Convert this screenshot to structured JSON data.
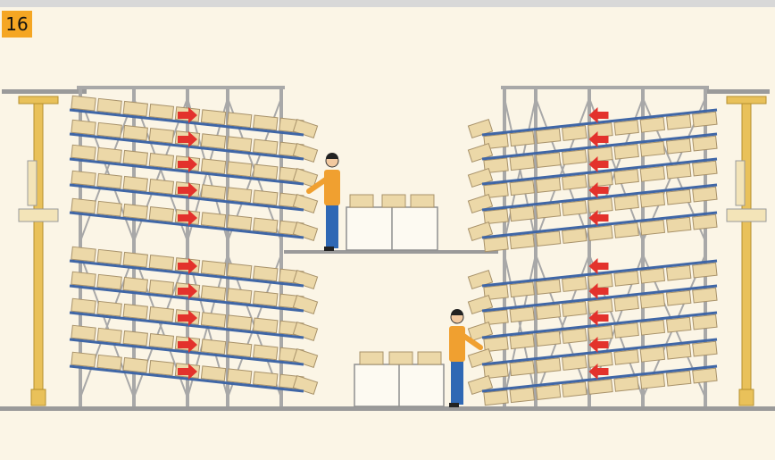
{
  "figure": {
    "number": "16"
  },
  "colors": {
    "background": "#fbf5e6",
    "badge": "#f5a623",
    "rack_frame": "#a8a8a8",
    "roller_track": "#3f66a6",
    "carton": "#ecd8a8",
    "carton_edge": "#a8926a",
    "direction_arrow": "#e3322c",
    "lift_column": "#e9c15a",
    "worker_shirt": "#f0a030",
    "worker_trousers": "#2f68b4"
  },
  "scene": {
    "left_rack": {
      "levels": 10,
      "flow_direction": "right"
    },
    "right_rack": {
      "levels": 10,
      "flow_direction": "left"
    },
    "workers": [
      {
        "id": "worker-upper",
        "floor": "upper"
      },
      {
        "id": "worker-lower",
        "floor": "lower"
      }
    ],
    "lifts": [
      {
        "id": "lift-left"
      },
      {
        "id": "lift-right"
      }
    ]
  }
}
